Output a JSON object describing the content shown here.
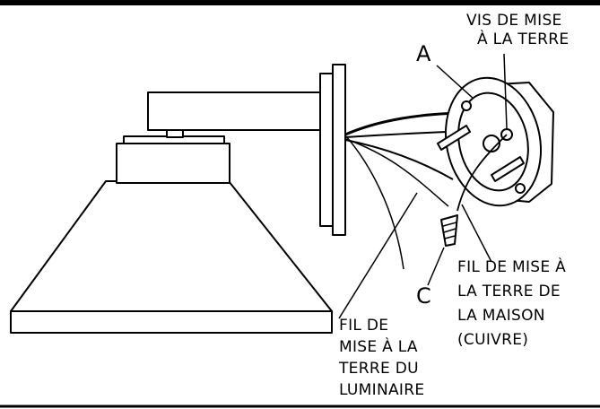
{
  "labels": {
    "a": "A",
    "c": "C",
    "ground_screw": [
      "VIS DE MISE",
      "À LA TERRE"
    ],
    "house_ground": [
      "FIL DE MISE À",
      "LA TERRE DE",
      "LA MAISON",
      "(CUIVRE)"
    ],
    "fixture_ground": [
      "FIL DE",
      "MISE À LA",
      "TERRE DU",
      "LUMINAIRE"
    ]
  },
  "colors": {
    "line": "#000000",
    "background": "#ffffff"
  }
}
